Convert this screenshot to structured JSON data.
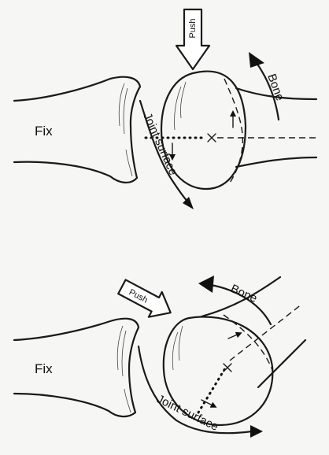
{
  "top": {
    "push_label": "Push",
    "bone_label": "Bone",
    "fix_label": "Fix",
    "joint_label": "Joint surface"
  },
  "bottom": {
    "push_label": "Push",
    "bone_label": "Bone",
    "fix_label": "Fix",
    "joint_label": "Joint surface"
  }
}
